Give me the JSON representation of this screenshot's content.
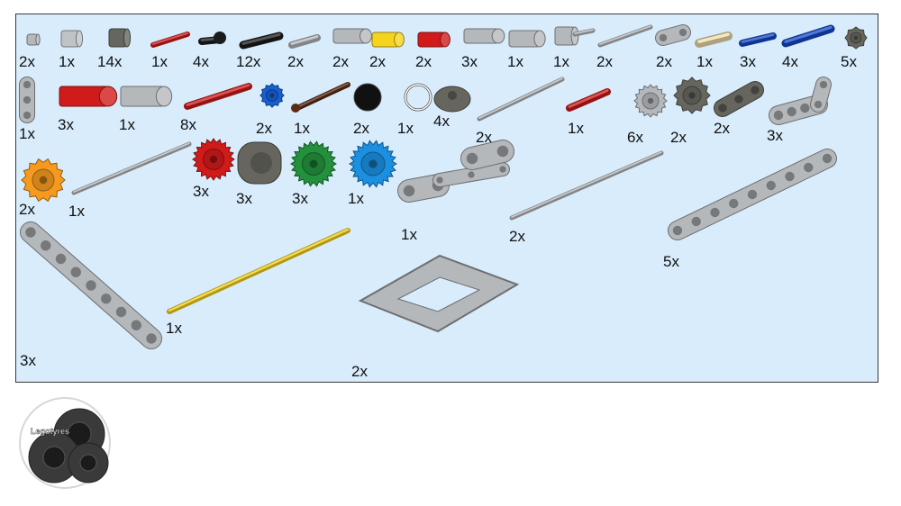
{
  "inventory": {
    "items": [
      {
        "qty": "2x",
        "part": "bush-small",
        "color": "#b5b8bb"
      },
      {
        "qty": "1x",
        "part": "bush-large",
        "color": "#c0c3c6"
      },
      {
        "qty": "14x",
        "part": "bush-dark",
        "color": "#66665f"
      },
      {
        "qty": "1x",
        "part": "axle-2",
        "color": "#d11a1a"
      },
      {
        "qty": "4x",
        "part": "pin-ball",
        "color": "#1b1b1b"
      },
      {
        "qty": "12x",
        "part": "pin-friction",
        "color": "#1b1b1b"
      },
      {
        "qty": "2x",
        "part": "pin-axle",
        "color": "#b5b8bb"
      },
      {
        "qty": "2x",
        "part": "connector-perp",
        "color": "#b5b8bb"
      },
      {
        "qty": "2x",
        "part": "connector-yellow",
        "color": "#f6d31d"
      },
      {
        "qty": "2x",
        "part": "connector-red",
        "color": "#d11a1a"
      },
      {
        "qty": "3x",
        "part": "connector-3l",
        "color": "#b5b8bb"
      },
      {
        "qty": "1x",
        "part": "connector-round",
        "color": "#b5b8bb"
      },
      {
        "qty": "1x",
        "part": "axle-stop",
        "color": "#b5b8bb"
      },
      {
        "qty": "2x",
        "part": "axle-4",
        "color": "#b5b8bb"
      },
      {
        "qty": "2x",
        "part": "liftarm-2",
        "color": "#b5b8bb"
      },
      {
        "qty": "1x",
        "part": "pin-tan",
        "color": "#f0dfae"
      },
      {
        "qty": "3x",
        "part": "pin-blue",
        "color": "#1548c9"
      },
      {
        "qty": "4x",
        "part": "pin-blue-long",
        "color": "#1548c9"
      },
      {
        "qty": "5x",
        "part": "gear-8",
        "color": "#66665f"
      },
      {
        "qty": "1x",
        "part": "connector-block",
        "color": "#b5b8bb"
      },
      {
        "qty": "3x",
        "part": "connector-red-3",
        "color": "#d11a1a"
      },
      {
        "qty": "1x",
        "part": "connector-grey-3",
        "color": "#b5b8bb"
      },
      {
        "qty": "8x",
        "part": "axle-red-5",
        "color": "#d11a1a"
      },
      {
        "qty": "2x",
        "part": "gear-12-blue",
        "color": "#1760d2"
      },
      {
        "qty": "1x",
        "part": "axle-brown",
        "color": "#5a2a14"
      },
      {
        "qty": "2x",
        "part": "tile-round",
        "color": "#111111"
      },
      {
        "qty": "1x",
        "part": "rubber-band",
        "color": "#ffffff"
      },
      {
        "qty": "4x",
        "part": "plate-round",
        "color": "#66665f"
      },
      {
        "qty": "2x",
        "part": "axle-7",
        "color": "#b5b8bb"
      },
      {
        "qty": "1x",
        "part": "axle-red-3",
        "color": "#d11a1a"
      },
      {
        "qty": "6x",
        "part": "gear-16",
        "color": "#b5b8bb"
      },
      {
        "qty": "2x",
        "part": "gear-dark",
        "color": "#66665f"
      },
      {
        "qty": "2x",
        "part": "liftarm-3-dark",
        "color": "#66665f"
      },
      {
        "qty": "3x",
        "part": "liftarm-l",
        "color": "#b5b8bb"
      },
      {
        "qty": "2x",
        "part": "turntable-orange",
        "color": "#f59a1e"
      },
      {
        "qty": "1x",
        "part": "axle-8",
        "color": "#b5b8bb"
      },
      {
        "qty": "3x",
        "part": "gear-20-red",
        "color": "#d11a1a"
      },
      {
        "qty": "3x",
        "part": "clutch-gear",
        "color": "#66665f"
      },
      {
        "qty": "3x",
        "part": "gear-24-green",
        "color": "#23913c"
      },
      {
        "qty": "1x",
        "part": "gear-24-blue",
        "color": "#1b8fe0"
      },
      {
        "qty": "1x",
        "part": "liftarm-h",
        "color": "#b5b8bb"
      },
      {
        "qty": "2x",
        "part": "axle-12",
        "color": "#b5b8bb"
      },
      {
        "qty": "5x",
        "part": "liftarm-9",
        "color": "#b5b8bb"
      },
      {
        "qty": "3x",
        "part": "liftarm-11",
        "color": "#b5b8bb"
      },
      {
        "qty": "1x",
        "part": "axle-yellow",
        "color": "#f6d31d"
      },
      {
        "qty": "2x",
        "part": "frame-5x7",
        "color": "#b5b8bb"
      }
    ]
  },
  "logo": {
    "text": "Legotyres",
    "tyre_color": "#3a3a3a",
    "hub_color": "#1b1b1b"
  }
}
